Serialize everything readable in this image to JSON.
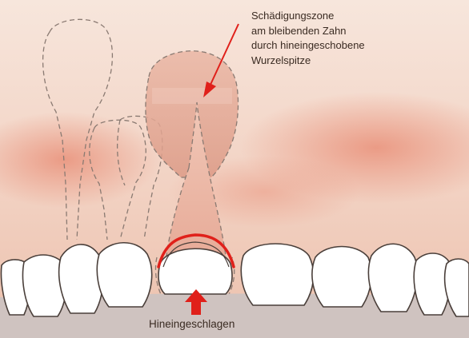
{
  "annotations": {
    "damage_zone": "Schädigungszone\nam bleibenden Zahn\ndurch hineingeschobene\nWurzelspitze",
    "impact_label": "Hineingeschlagen"
  },
  "colors": {
    "background": "#f6e4da",
    "gum": "#eec0ad",
    "gum_shadow": "#e89a84",
    "tooth": "#ffffff",
    "tooth_outline": "#4a3f3a",
    "dashed_outline": "#8a7a72",
    "arrow": "#e0201a",
    "permanent_tooth": "#e8b29f",
    "floor": "#cfc3c0"
  },
  "icons": [
    "red-arrow-pointer",
    "red-impact-arrow"
  ]
}
